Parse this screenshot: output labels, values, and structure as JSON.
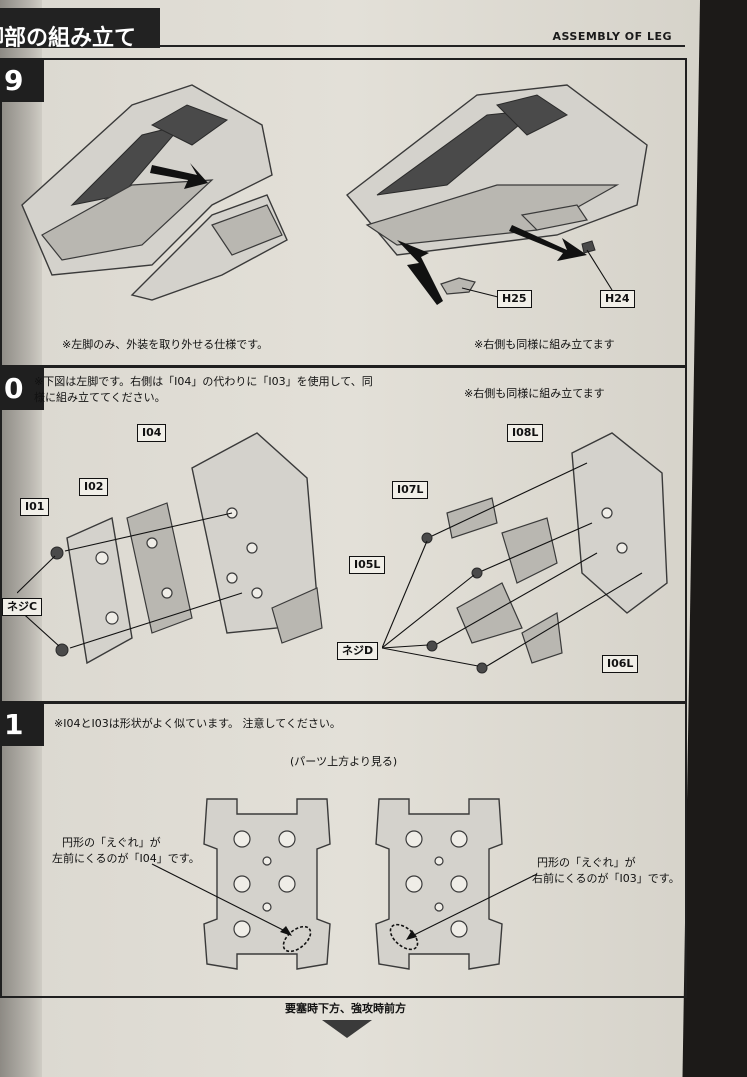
{
  "header": {
    "title": "脚部の組み立て",
    "title_en": "ASSEMBLY OF LEG"
  },
  "step9": {
    "number": "9",
    "note_left": "※左脚のみ、外装を取り外せる仕様です。",
    "note_right": "※右側も同様に組み立てます",
    "parts": [
      "H25",
      "H24"
    ]
  },
  "step10": {
    "number": "0",
    "note_line1": "※下図は左脚です。右側は「I04」の代わりに「I03」を使用して、同",
    "note_line2": "様に組み立ててください。",
    "note_right": "※右側も同様に組み立てます",
    "parts_left": [
      "I04",
      "I02",
      "I01"
    ],
    "screw_left": "ネジC",
    "parts_right": [
      "I08L",
      "I07L",
      "I05L",
      "I06L"
    ],
    "screw_right": "ネジD"
  },
  "step11": {
    "number": "1",
    "note": "※I04とI03は形状がよく似ています。 注意してください。",
    "view_caption": "(パーツ上方より見る)",
    "callout_left_l1": "円形の「えぐれ」が",
    "callout_left_l2": "左前にくるのが「I04」です。",
    "callout_right_l1": "円形の「えぐれ」が",
    "callout_right_l2": "右前にくるのが「I03」です。"
  },
  "footer": {
    "direction": "要塞時下方、強攻時前方"
  }
}
